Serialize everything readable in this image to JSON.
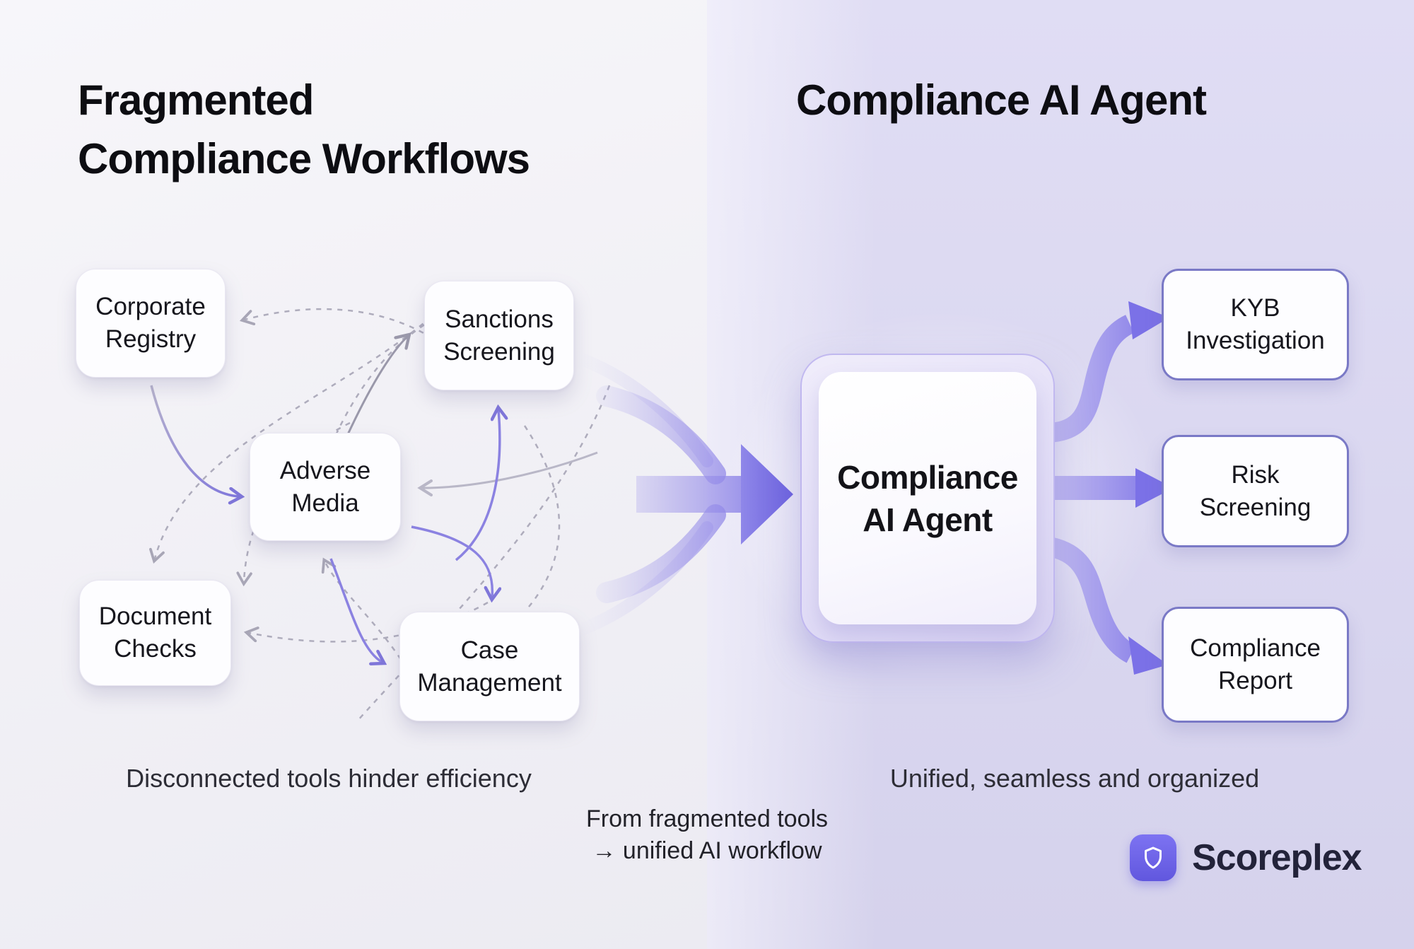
{
  "left_panel": {
    "title_line1": "Fragmented",
    "title_line2": "Compliance Workflows",
    "nodes": [
      {
        "line1": "Corporate",
        "line2": "Registry"
      },
      {
        "line1": "Sanctions",
        "line2": "Screening"
      },
      {
        "line1": "Adverse",
        "line2": "Media"
      },
      {
        "line1": "Document",
        "line2": "Checks"
      },
      {
        "line1": "Case",
        "line2": "Management"
      }
    ],
    "caption": "Disconnected tools hinder efficiency"
  },
  "center": {
    "agent_line1": "Compliance",
    "agent_line2": "AI Agent",
    "caption_line1": "From fragmented tools",
    "caption_line2": "→ unified AI workflow"
  },
  "right_panel": {
    "title": "Compliance AI Agent",
    "outputs": [
      {
        "line1": "KYB",
        "line2": "Investigation"
      },
      {
        "line1": "Risk",
        "line2": "Screening"
      },
      {
        "line1": "Compliance",
        "line2": "Report"
      }
    ],
    "caption": "Unified, seamless and organized"
  },
  "brand": {
    "name": "Scoreplex",
    "icon": "shield-icon"
  },
  "colors": {
    "accent_purple": "#7c72e6",
    "ribbon_light": "#c8c2f2",
    "output_border": "#7a79c6",
    "dashed_gray": "#aeacbc",
    "bg_left": "#f2f1f6",
    "bg_right": "#dad7f0",
    "ink": "#0d0d12"
  }
}
